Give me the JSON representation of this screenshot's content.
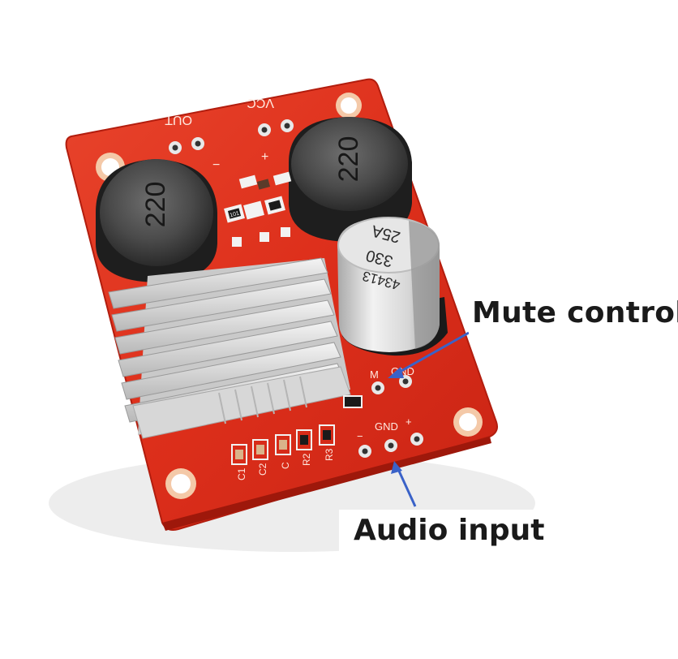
{
  "image": {
    "subject": "audio amplifier module",
    "background_color": "#ffffff",
    "board_color": "#e0321f",
    "accent_arrow_color": "#3a62c8"
  },
  "board": {
    "silkscreen_out": "OUT",
    "silkscreen_vcc": "VCC",
    "silkscreen_plus": "+",
    "silkscreen_minus": "−",
    "pin_m": "M",
    "pin_gnd_top": "GND",
    "pin_gnd_bottom": "GND",
    "pin_plus_bottom": "+",
    "pin_minus_bottom": "−",
    "resistor_labels": [
      "C1",
      "C2",
      "C",
      "R2",
      "R3"
    ],
    "smd_resistor_code": "101"
  },
  "components": {
    "inductor_left_marking": "220",
    "inductor_right_marking": "220",
    "capacitor_lines": [
      "25A",
      "330",
      "43413"
    ]
  },
  "annotations": {
    "mute_label": "Mute control",
    "audio_label": "Audio input"
  }
}
